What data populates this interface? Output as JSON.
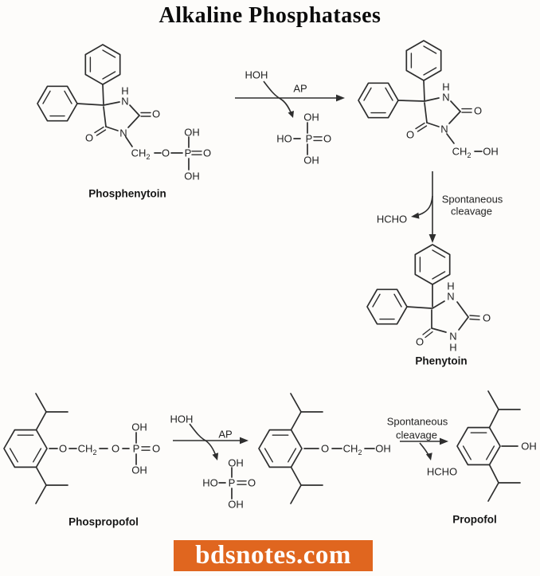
{
  "title": "Alkaline Phosphatases",
  "banner": {
    "text": "bdsnotes.com",
    "bg_color": "#e0661f",
    "text_color": "#ffffff"
  },
  "colors": {
    "line": "#2e2e2e",
    "background": "#fdfcfa"
  },
  "molecules": {
    "phosphenytoin": "Phosphenytoin",
    "phenytoin": "Phenytoin",
    "phospropofol": "Phospropofol",
    "propofol": "Propofol"
  },
  "reagents": {
    "water": "HOH",
    "enzyme": "AP",
    "spontaneous": "Spontaneous",
    "cleavage": "cleavage",
    "formaldehyde": "HCHO"
  },
  "atoms": {
    "O": "O",
    "N": "N",
    "H": "H",
    "P": "P",
    "OH": "OH",
    "HO": "HO",
    "CH": "CH",
    "sub2": "2"
  }
}
